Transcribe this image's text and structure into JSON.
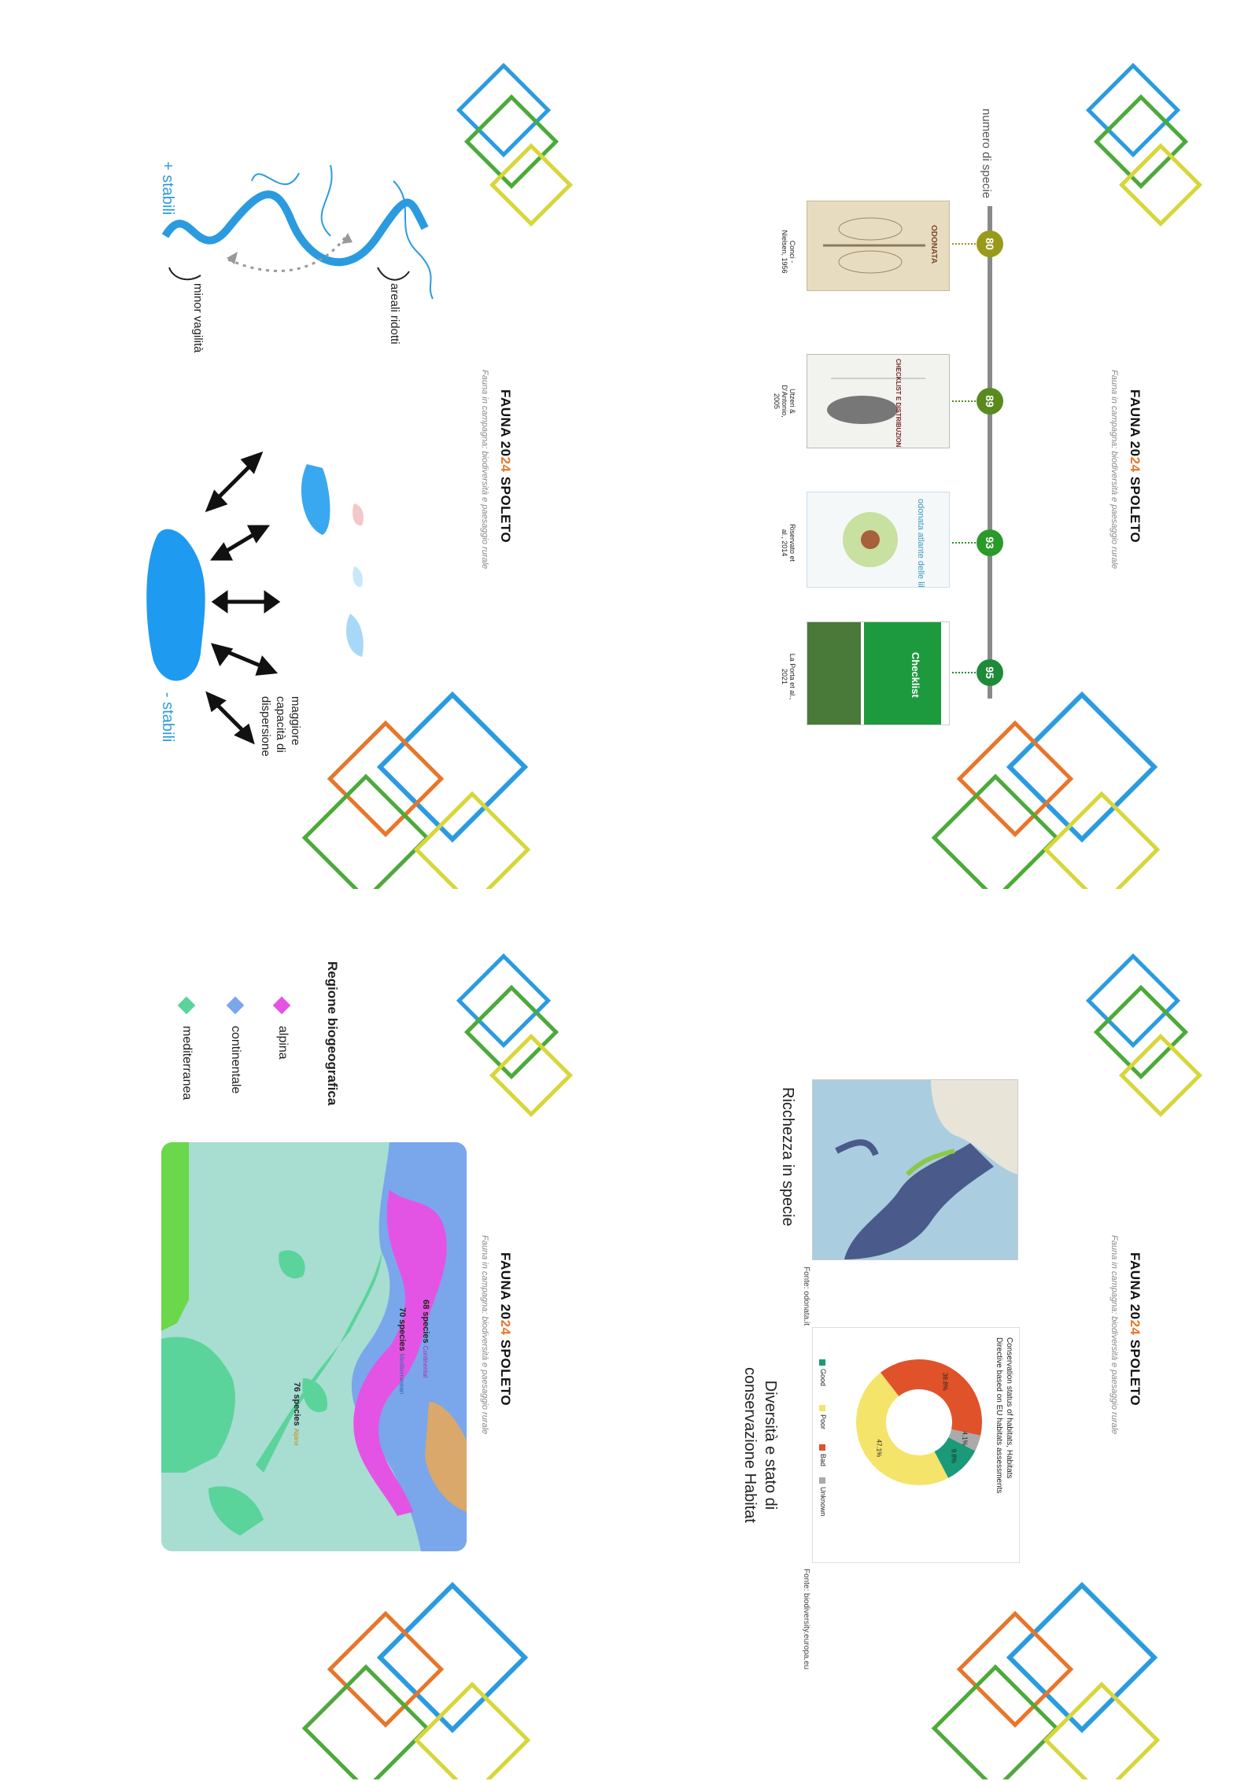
{
  "brand": {
    "pre": "FAUNA 20",
    "accent": "24",
    "post": " SPOLETO"
  },
  "subtitle": "Fauna in campagna: biodiversità e paesaggio rurale",
  "colors": {
    "orange": "#e8752a",
    "blue": "#2b9be0",
    "green": "#4caa3a",
    "yellow": "#d7d63a"
  },
  "slide_timeline": {
    "axis_label": "numero di specie",
    "items": [
      {
        "value": "80",
        "caption": "Conci - Nielsen, 1956",
        "book": "ODONATA",
        "color": "#9a9a1a"
      },
      {
        "value": "89",
        "caption": "Utzeri & D'Antonio, 2005",
        "book": "CHECKLIST E DISTRIBUZIONE DELLA FAUNA ITALIANA",
        "color": "#5a8a1e"
      },
      {
        "value": "93",
        "caption": "Riservato et al., 2014",
        "book": "odonata atlante delle libellule italiane",
        "color": "#2a9a2a"
      },
      {
        "value": "95",
        "caption": "La Porta et al., 2021",
        "book": "Checklist",
        "color": "#1e8a3a"
      }
    ]
  },
  "slide_dispersal": {
    "label_stable": "+ stabili",
    "label_unstable": "- stabili",
    "label_areali": "areali ridotti",
    "label_vagility": "minor vagilità",
    "label_dispersal": "maggiore capacità di dispersione"
  },
  "slide_status": {
    "map_title": "Ricchezza in specie",
    "map_source": "Fonte: odonata.it",
    "chart_title": "Conservation status of habitats, Habitats Directive based on EU habitats assessments",
    "chart_caption": "Diversità e stato di conservazione Habitat",
    "chart_source": "Fonte: biodiversity.europa.eu"
  },
  "chart_data": {
    "type": "pie",
    "title": "Conservation status of habitats, Habitats Directive based on EU habitats assessments",
    "categories": [
      "Good",
      "Poor",
      "Bad",
      "Unknown"
    ],
    "values": [
      9.8,
      47.1,
      38.8,
      4.1
    ],
    "labels": [
      "9.8%",
      "47.1%",
      "38.8%",
      "4.1%"
    ],
    "colors": [
      "#1a9a7a",
      "#f5e46a",
      "#e0522a",
      "#aaaaaa"
    ],
    "legend": "bottom"
  },
  "slide_biogeo": {
    "legend_title": "Regione biogeografica",
    "legend": [
      {
        "label": "alpina",
        "color": "#e454e4"
      },
      {
        "label": "continentale",
        "color": "#7aa6ec"
      },
      {
        "label": "mediterranea",
        "color": "#5ad49a"
      }
    ],
    "annotations": [
      {
        "title": "68 species",
        "sub": "Continental"
      },
      {
        "title": "70 species",
        "sub": "Mediterranean"
      },
      {
        "title": "76 species",
        "sub": "Alpine"
      }
    ]
  }
}
